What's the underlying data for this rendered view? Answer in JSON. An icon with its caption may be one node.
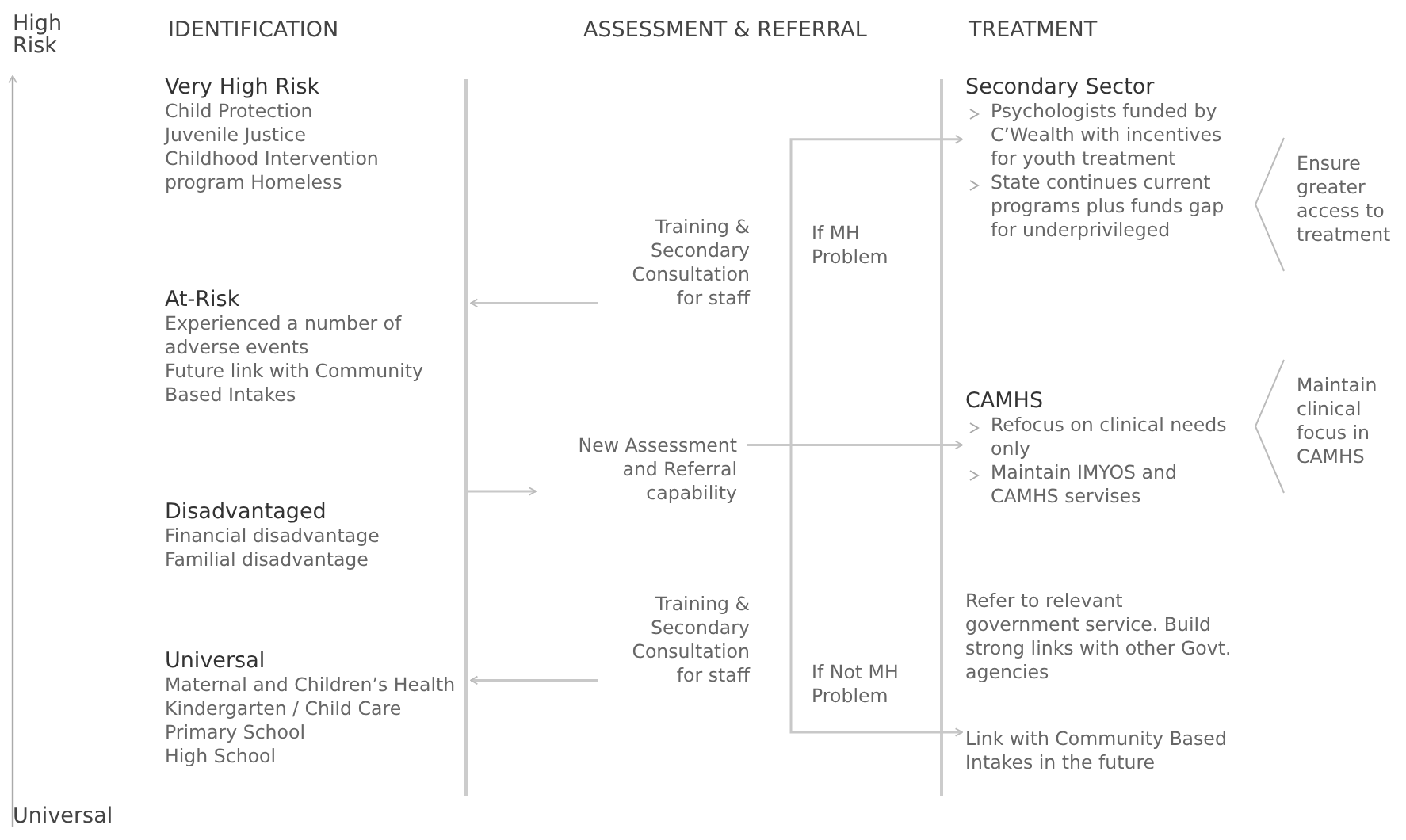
{
  "diagram": {
    "nodes": [
      {
        "text": [
          "Very High Risk",
          "Child Protection",
          "Juvenile Justice",
          "Childhood Intervention program Homeless"
        ]
      },
      {
        "text": [
          "At-Risk",
          "Experienced a number of adverse events",
          "Future link with Community",
          "Based Intakes"
        ]
      },
      {
        "text": [
          "Disadvantaged",
          "Financial disadvantage",
          "Familial disadvantage"
        ]
      },
      {
        "text": [
          "Universal",
          "Maternal and Children’s Health",
          "Kindergarten / Child Care",
          "Primary School",
          "High School"
        ]
      },
      {
        "text": [
          "Training & Secondary Consultation for staff"
        ]
      },
      {
        "text": [
          "New Assessment and Referral capability"
        ]
      },
      {
        "text": [
          "Training & Secondary Consultation for staff"
        ]
      },
      {
        "text": [
          "Secondary Sector",
          "Psychologists funded by C’Wealth with incentives for youth treatment",
          "State continues current programs plus funds gap for underprivileged"
        ]
      },
      {
        "text": [
          "CAMHS",
          "Refocus on clinical needs only",
          "Maintain IMYOS and CAMHS servises"
        ]
      },
      {
        "text": [
          "Refer to relevant government service. Build strong links with other Govt. agencies"
        ]
      },
      {
        "text": [
          "Link with Community Based Intakes in the future"
        ]
      },
      {
        "text": [
          "Ensure greater access to treatment"
        ]
      },
      {
        "text": [
          "Maintain clinical focus in CAMHS"
        ]
      },
      {
        "text": [],
        "shape": "bar"
      }
    ],
    "edges": [
      {
        "from": 4,
        "to": 13,
        "arrow": "to"
      },
      {
        "from": 13,
        "to": 5,
        "arrow": "to"
      },
      {
        "from": 5,
        "to": 8,
        "arrow": "to"
      },
      {
        "from": 5,
        "to": 7,
        "arrow": "to",
        "label": "If MH Problem"
      },
      {
        "from": 5,
        "to": 10,
        "arrow": "to",
        "label": "If Not MH Problem"
      },
      {
        "from": 6,
        "to": 13,
        "arrow": "to"
      }
    ],
    "labels": [
      "High Risk",
      "IDENTIFICATION",
      "ASSESSMENT & REFERRAL",
      "TREATMENT",
      "Universal"
    ]
  }
}
